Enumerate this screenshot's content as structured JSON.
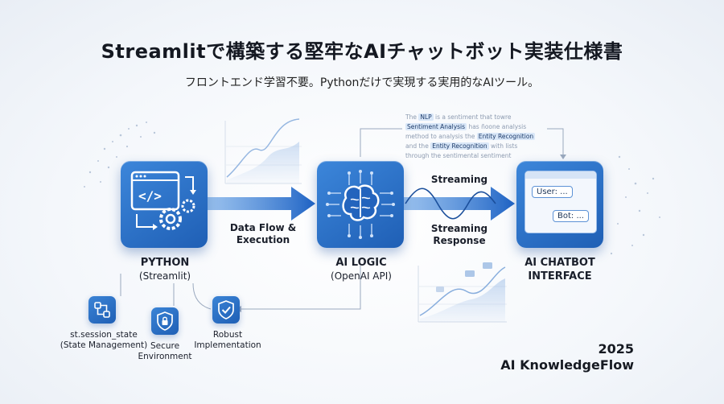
{
  "header": {
    "title": "Streamlitで構築する堅牢なAIチャットボット実装仕様書",
    "subtitle": "フロントエンド学習不要。Pythonだけで実現する実用的なAIツール。"
  },
  "nodes": {
    "python": {
      "title": "PYTHON",
      "subtitle": "(Streamlit)"
    },
    "ai_logic": {
      "title": "AI LOGIC",
      "subtitle": "(OpenAI API)"
    },
    "chatbot": {
      "title_line1": "AI CHATBOT",
      "title_line2": "INTERFACE"
    }
  },
  "flows": {
    "data_flow_line1": "Data Flow &",
    "data_flow_line2": "Execution",
    "streaming": "Streaming",
    "streaming_response_line1": "Streaming",
    "streaming_response_line2": "Response"
  },
  "features": [
    {
      "line1": "st.session_state",
      "line2": "(State Management)"
    },
    {
      "line1": "Secure",
      "line2": "Environment"
    },
    {
      "line1": "Robust",
      "line2": "Implementation"
    }
  ],
  "chat": {
    "user_bubble": "User: ...",
    "bot_bubble": "Bot: ..."
  },
  "doc_snippet": {
    "t1": "The",
    "h1": "NLP",
    "t2": "is a sentiment that towre",
    "h2": "Sentiment Analysis",
    "t3": "has ñoone analysis",
    "t4": "method to analysis the",
    "h3": "Entity Recognition",
    "t5": "and the",
    "h4": "Entity Recognition",
    "t6": "with lists",
    "t7": "through the sentimental sentiment"
  },
  "brand": {
    "year": "2025",
    "name": "AI KnowledgeFlow"
  },
  "colors": {
    "primary_blue": "#2a6fc9",
    "arrow_blue": "#2d6fcf",
    "text_dark": "#1a1f2b"
  }
}
